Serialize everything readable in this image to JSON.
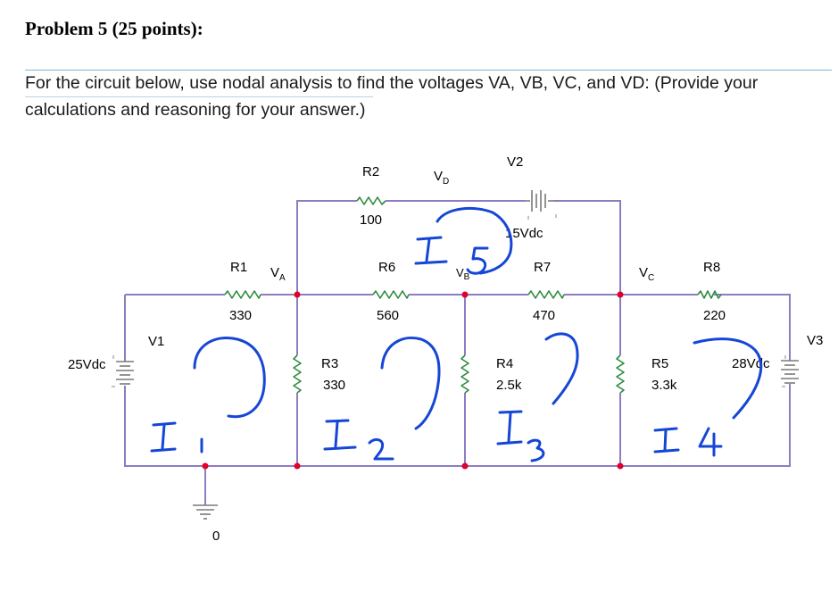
{
  "problem": {
    "title": "Problem 5 (25 points):",
    "text": "For the circuit below, use nodal analysis to find the voltages VA, VB, VC, and VD: (Provide your calculations and reasoning for your answer.)"
  },
  "circuit": {
    "sources": [
      {
        "name": "V1",
        "value": "25Vdc"
      },
      {
        "name": "V2",
        "value": "15Vdc"
      },
      {
        "name": "V3",
        "value": "28Vdc"
      }
    ],
    "resistors": [
      {
        "name": "R1",
        "value": "330"
      },
      {
        "name": "R2",
        "value": "100"
      },
      {
        "name": "R3",
        "value": "330"
      },
      {
        "name": "R4",
        "value": "2.5k"
      },
      {
        "name": "R5",
        "value": "3.3k"
      },
      {
        "name": "R6",
        "value": "560"
      },
      {
        "name": "R7",
        "value": "470"
      },
      {
        "name": "R8",
        "value": "220"
      }
    ],
    "nodes": {
      "va": {
        "main": "V",
        "sub": "A"
      },
      "vb": {
        "main": "V",
        "sub": "B"
      },
      "vc": {
        "main": "V",
        "sub": "C"
      },
      "vd": {
        "main": "V",
        "sub": "D"
      }
    },
    "ground_label": "0"
  },
  "handwriting": {
    "loop_currents": [
      {
        "main": "I",
        "sub": "1"
      },
      {
        "main": "I",
        "sub": "2"
      },
      {
        "main": "I",
        "sub": "3"
      },
      {
        "main": "I",
        "sub": "4"
      },
      {
        "main": "I",
        "sub": "5"
      }
    ]
  },
  "colors": {
    "wire": "#8e7cc3",
    "node_dot": "#e0002a",
    "resistor": "#2e8b3e",
    "ink": "#1546d6",
    "source": "#7a7a7a"
  }
}
